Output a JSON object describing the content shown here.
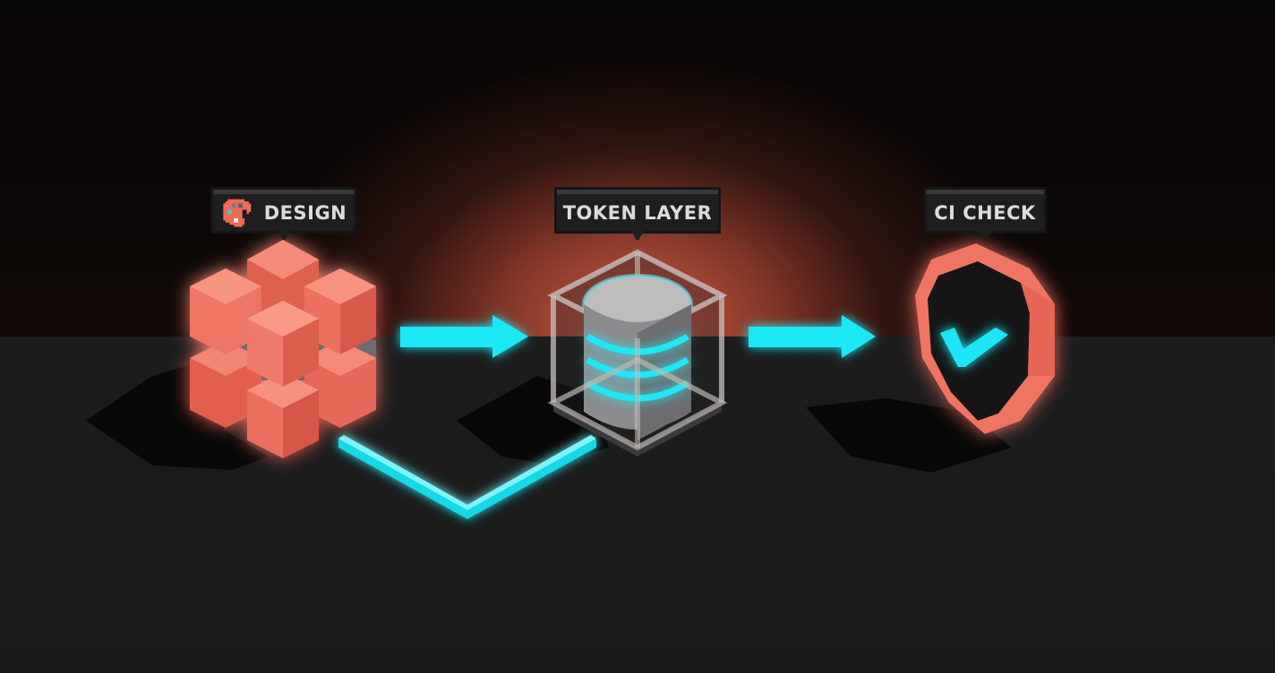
{
  "scene": {
    "description": "Voxel-style pipeline illustration: Design → Token Layer → CI Check",
    "colors": {
      "accent_coral": "#f0725f",
      "accent_cyan": "#18e4f2",
      "label_bg": "#1e1e1f",
      "label_text": "#dcdcdc",
      "floor": "#1b1b1c",
      "backdrop_glow": "#d66046"
    }
  },
  "stages": [
    {
      "id": "design",
      "label": "DESIGN",
      "icon": "palette-icon",
      "object": "cube-cluster"
    },
    {
      "id": "token",
      "label": "TOKEN LAYER",
      "icon": "",
      "object": "cylinder-in-wireframe-cube"
    },
    {
      "id": "ci",
      "label": "CI CHECK",
      "icon": "",
      "object": "shield-checkmark"
    }
  ],
  "connectors": [
    {
      "from": "design",
      "to": "token",
      "type": "arrow"
    },
    {
      "from": "token",
      "to": "ci",
      "type": "arrow"
    },
    {
      "from": "design",
      "to": "token",
      "type": "floor-v-path"
    }
  ]
}
